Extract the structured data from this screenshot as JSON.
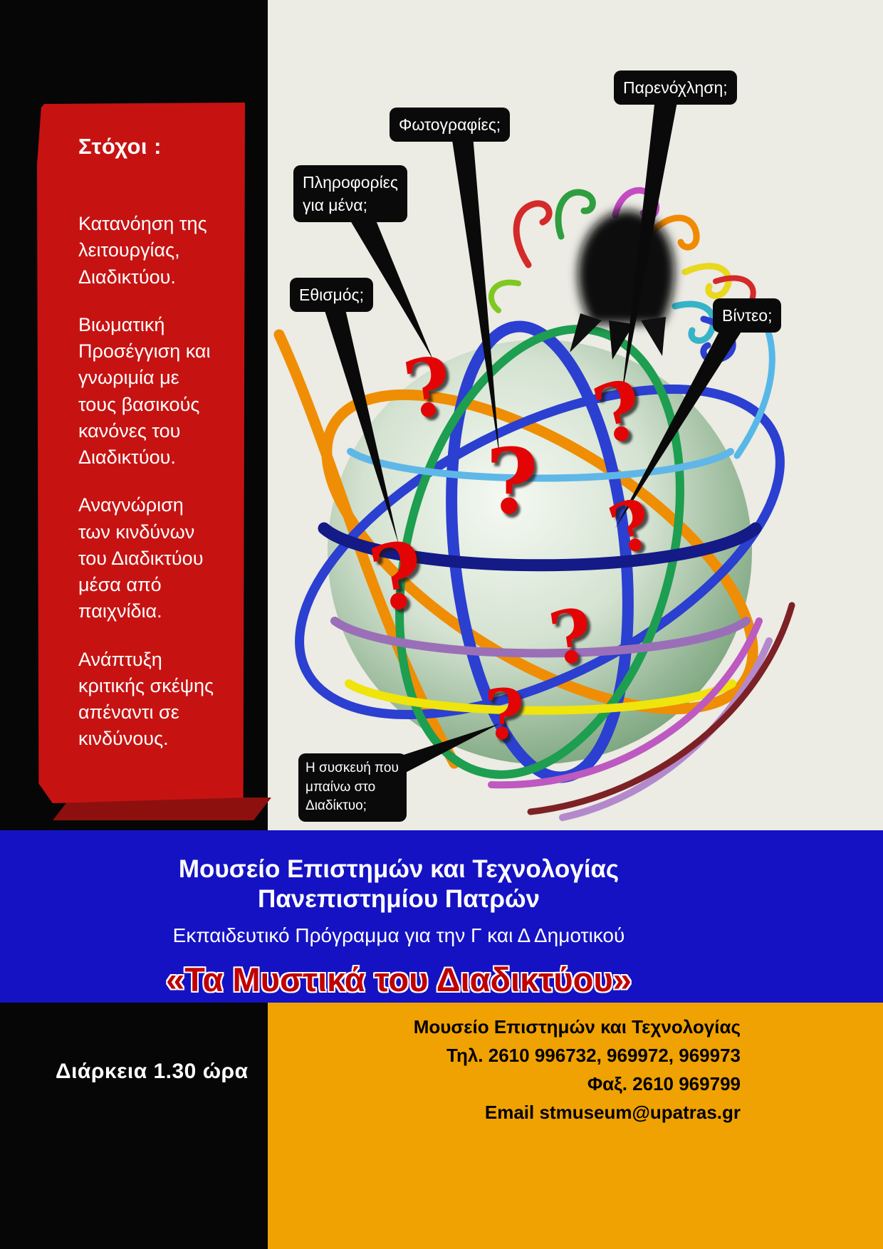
{
  "left_panel": {
    "title": "Στόχοι :",
    "goals": [
      "Κατανόηση της λειτουργίας, Διαδικτύου.",
      "Βιωματική Προσέγγιση και γνωριμία με τους βασικούς κανόνες του Διαδικτύου.",
      "Αναγνώριση των  κινδύνων του Διαδικτύου μέσα από παιχνίδια.",
      "Ανάπτυξη κριτικής σκέψης απέναντι σε κινδύνους."
    ]
  },
  "illustration": {
    "question_mark": "?",
    "callouts": [
      {
        "id": "harassment",
        "label": "Παρενόχληση;"
      },
      {
        "id": "photos",
        "label": "Φωτογραφίες;"
      },
      {
        "id": "personal-info",
        "label": "Πληροφορίες για μένα;"
      },
      {
        "id": "addiction",
        "label": "Εθισμός;"
      },
      {
        "id": "video",
        "label": "Βίντεο;"
      },
      {
        "id": "device",
        "label": "Η συσκευή που μπαίνω  στο Διαδίκτυο;"
      }
    ]
  },
  "banner": {
    "line1": "Μουσείο  Επιστημών και Τεχνολογίας",
    "line2": "Πανεπιστημίου Πατρών",
    "subtitle": "Εκπαιδευτικό Πρόγραμμα για την Γ και Δ Δημοτικού",
    "program_title": "«Τα Μυστικά του Διαδικτύου»"
  },
  "footer": {
    "duration": "Διάρκεια  1.30 ώρα",
    "contact_lines": [
      "Μουσείο Επιστημών και Τεχνολογίας",
      "Τηλ. 2610 996732, 969972, 969973",
      "Φαξ. 2610 969799",
      "Email stmuseum@upatras.gr"
    ]
  },
  "colors": {
    "panel_red": "#c61312",
    "band_blue": "#1512c4",
    "footer_orange": "#f0a202",
    "question_red": "#e30505",
    "background_cream": "#ecebe4"
  }
}
